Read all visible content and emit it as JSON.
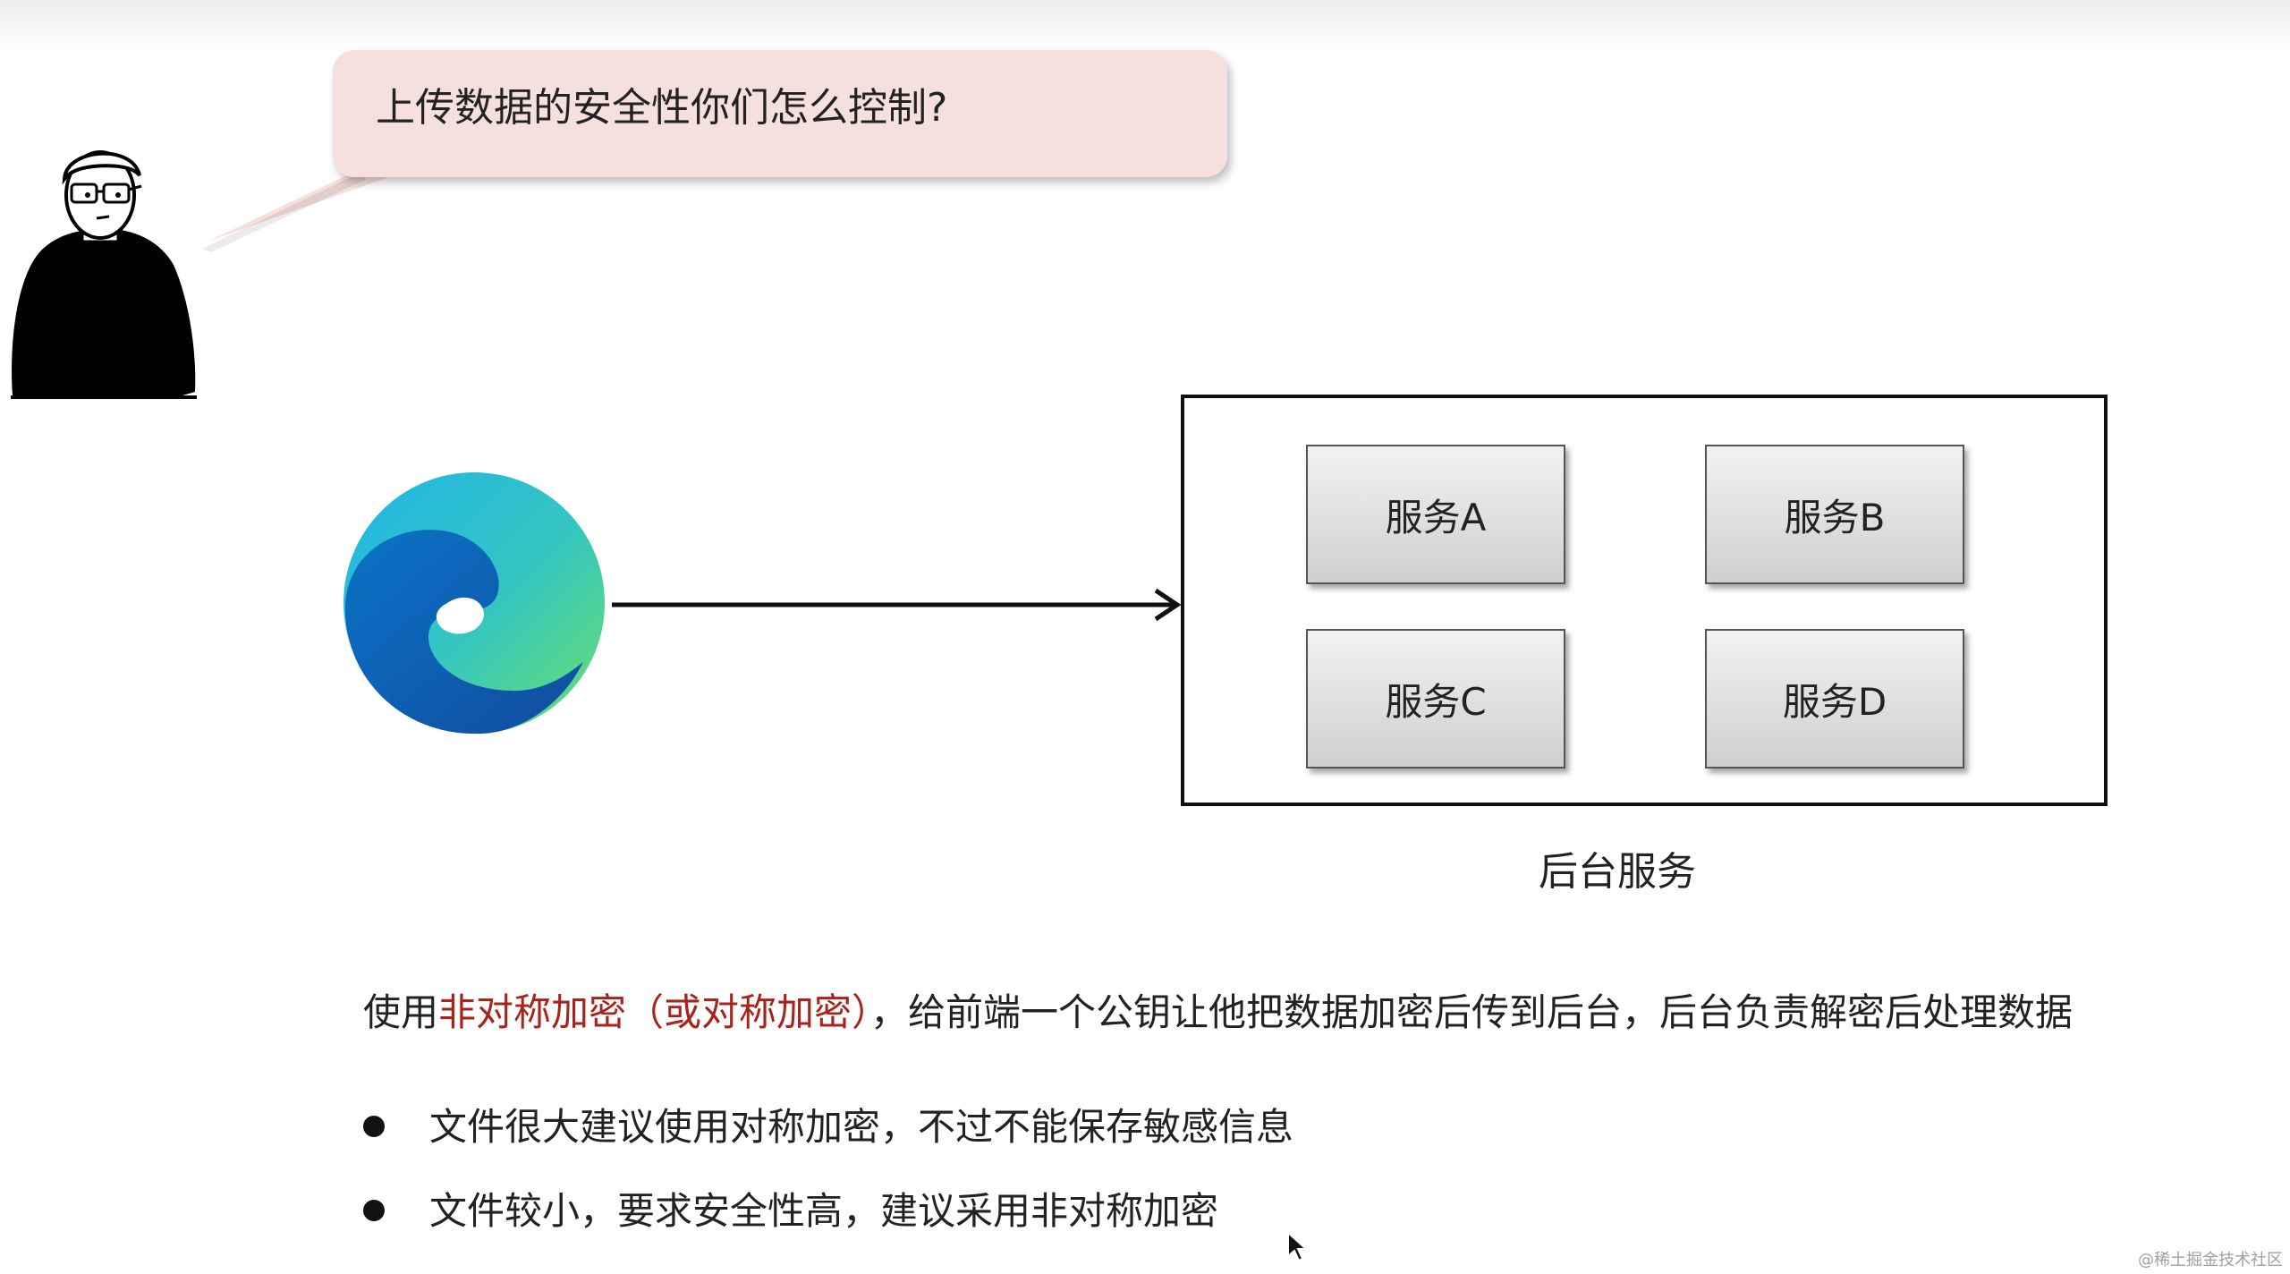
{
  "slide": {
    "question": "上传数据的安全性你们怎么控制?",
    "services": [
      "服务A",
      "服务B",
      "服务C",
      "服务D"
    ],
    "backend_label": "后台服务",
    "main_text": {
      "prefix": "使用",
      "highlight": "非对称加密（或对称加密）",
      "suffix": "，给前端一个公钥让他把数据加密后传到后台，后台负责解密后处理数据"
    },
    "bullets": [
      "文件很大建议使用对称加密，不过不能保存敏感信息",
      "文件较小，要求安全性高，建议采用非对称加密"
    ],
    "watermark": "@稀土掘金技术社区"
  },
  "colors": {
    "bubble_bg": "#f5e0de",
    "highlight_text": "#a8231b",
    "service_box_top": "#f2f2f2",
    "service_box_bottom": "#cfcfcf"
  },
  "icons": {
    "avatar": "person-with-glasses-icon",
    "browser": "edge-browser-logo-icon",
    "arrow": "arrow-right-icon",
    "cursor": "mouse-cursor-icon"
  }
}
